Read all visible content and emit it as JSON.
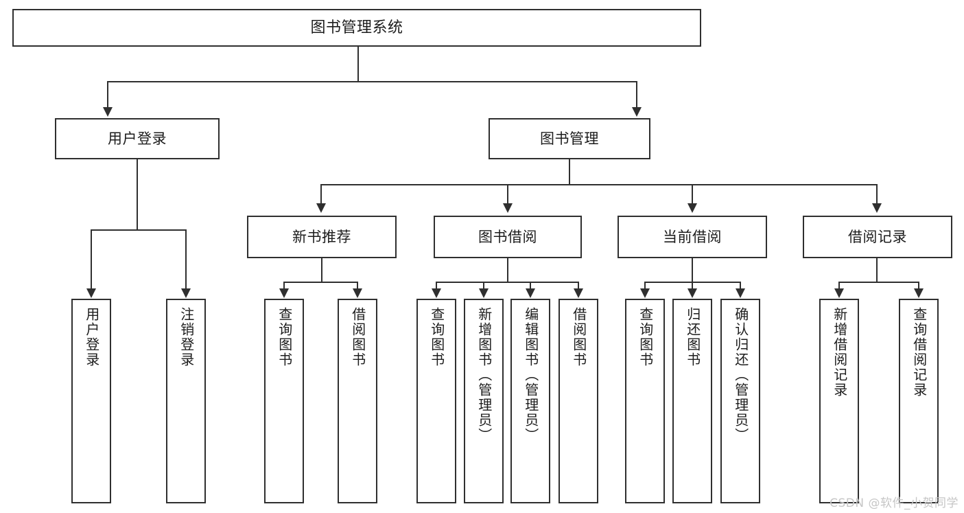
{
  "diagram": {
    "title": "图书管理系统",
    "type": "功能结构图",
    "line_color": "#2f2f2f",
    "box_fill": "#ffffff",
    "text_color": "#1c1c1c",
    "background": "#ffffff"
  },
  "root": {
    "label": "图书管理系统"
  },
  "level2": [
    {
      "label": "用户登录"
    },
    {
      "label": "图书管理"
    }
  ],
  "level3": [
    {
      "label": "新书推荐"
    },
    {
      "label": "图书借阅"
    },
    {
      "label": "当前借阅"
    },
    {
      "label": "借阅记录"
    }
  ],
  "leaves": {
    "user_login": [
      {
        "label": "用户登录"
      },
      {
        "label": "注销登录"
      }
    ],
    "new_book_recommend": [
      {
        "label": "查询图书"
      },
      {
        "label": "借阅图书"
      }
    ],
    "book_borrow": [
      {
        "label": "查询图书"
      },
      {
        "label": "新增图书（管理员）"
      },
      {
        "label": "编辑图书（管理员）"
      },
      {
        "label": "借阅图书"
      }
    ],
    "current_borrow": [
      {
        "label": "查询图书"
      },
      {
        "label": "归还图书"
      },
      {
        "label": "确认归还（管理员）"
      }
    ],
    "borrow_records": [
      {
        "label": "新增借阅记录"
      },
      {
        "label": "查询借阅记录"
      }
    ]
  },
  "watermark": {
    "text": "CSDN @软件_小贺同学",
    "color": "#c6c6c6"
  }
}
